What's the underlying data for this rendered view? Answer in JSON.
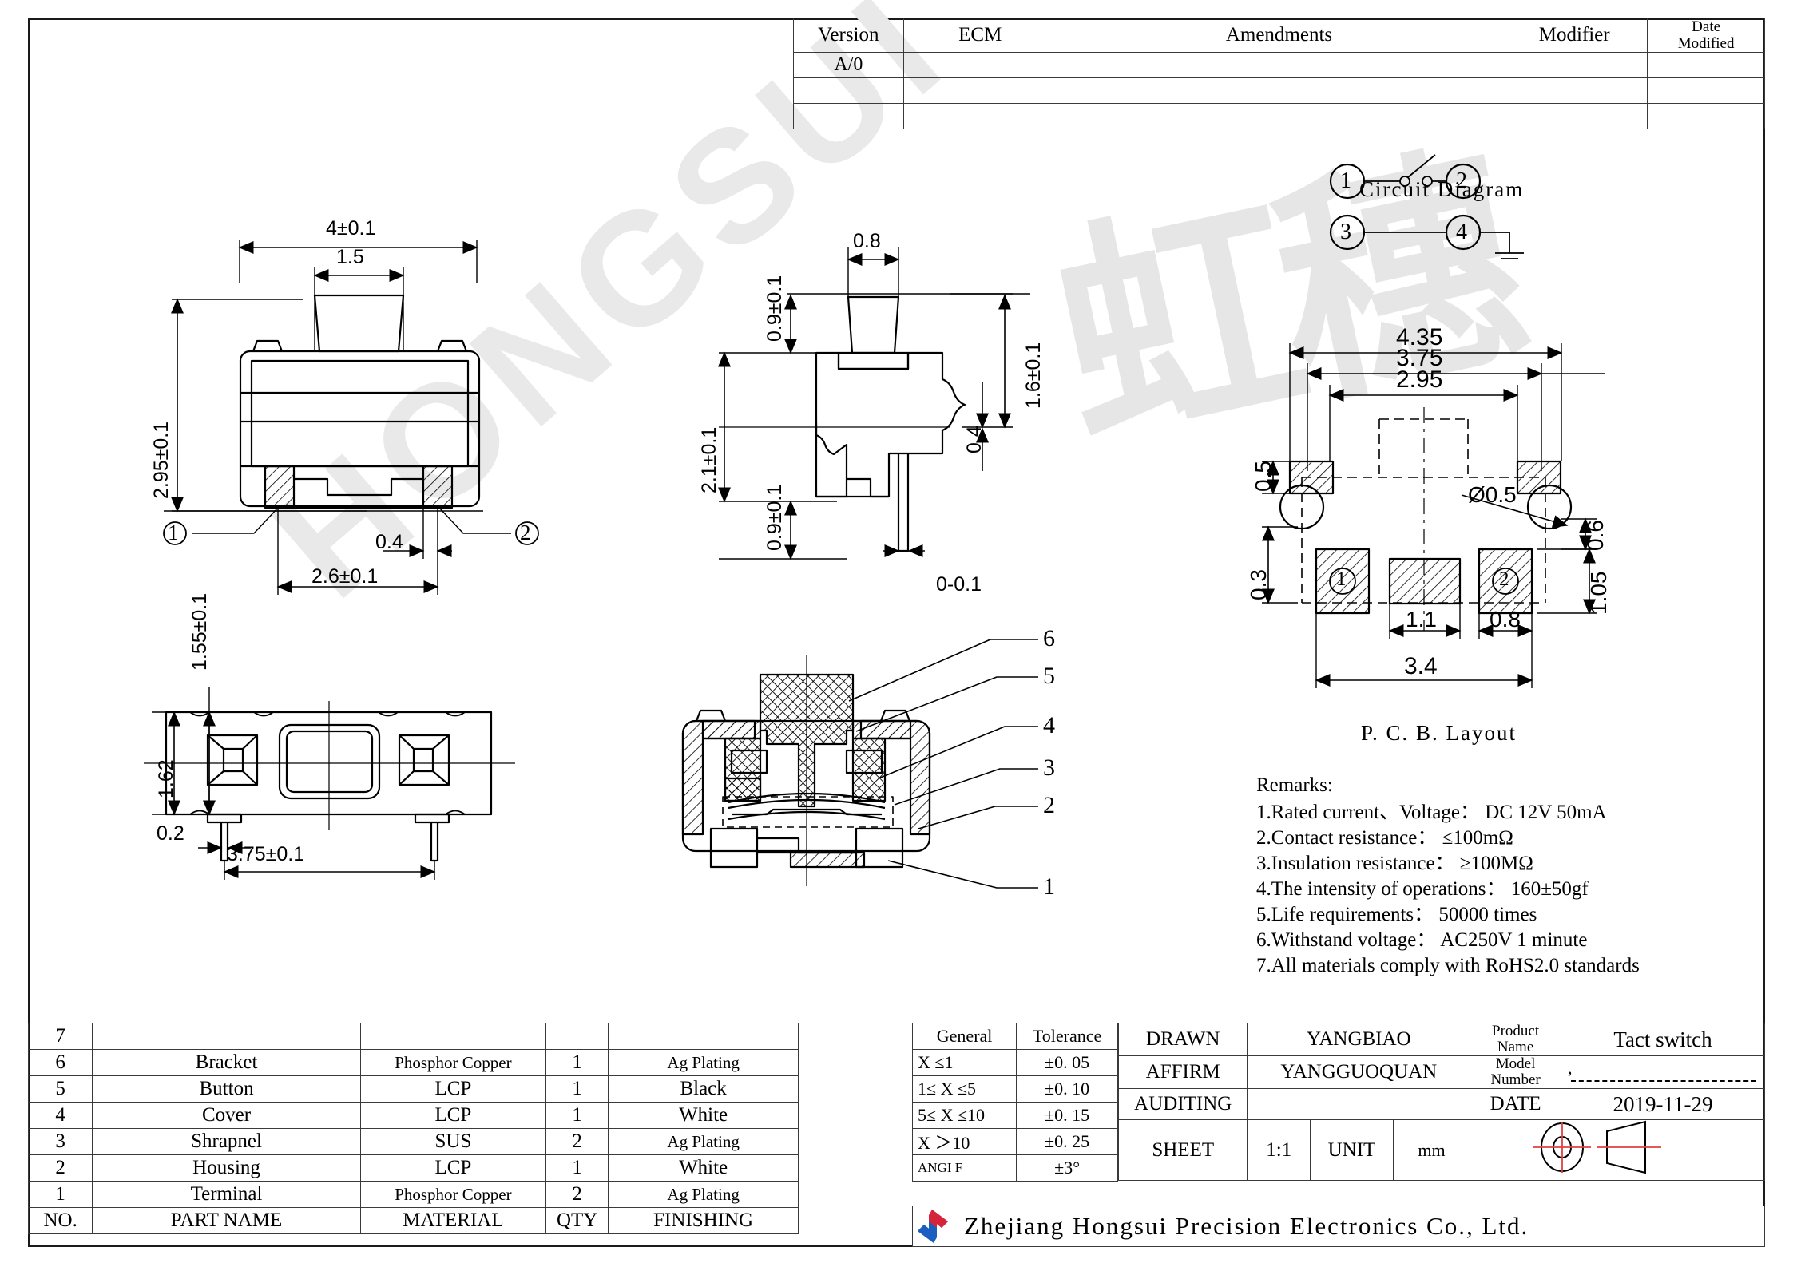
{
  "revision_table": {
    "headers": [
      "Version",
      "ECM",
      "Amendments",
      "Modifier",
      "Date Modified"
    ],
    "header_date_line1": "Date",
    "header_date_line2": "Modified",
    "rows": [
      [
        "A/0",
        "",
        "",
        "",
        ""
      ],
      [
        "",
        "",
        "",
        "",
        ""
      ],
      [
        "",
        "",
        "",
        "",
        ""
      ]
    ]
  },
  "circuit": {
    "caption": "Circuit Diagram",
    "terminals": [
      "1",
      "2",
      "3",
      "4"
    ]
  },
  "pcb": {
    "caption": "P. C. B. Layout",
    "dimensions": {
      "width_outer": "4.35",
      "width_mid": "3.75",
      "width_inner": "2.95",
      "pad_height_top": "0.5",
      "offset_0_3": "0.3",
      "hole_dia": "Ø0.5",
      "right_0_6": "0.6",
      "right_1_05": "1.05",
      "center_pad_w": "1.1",
      "side_pad_w": "0.8",
      "pad_span": "3.4"
    },
    "pad_labels": [
      "1",
      "2"
    ]
  },
  "front_view": {
    "dimensions": {
      "overall_width": "4±0.1",
      "button_width": "1.5",
      "overall_height": "2.95±0.1",
      "terminal_span": "2.6±0.1",
      "terminal_width": "0.4"
    },
    "terminal_labels": [
      "1",
      "2"
    ]
  },
  "side_view": {
    "dimensions": {
      "button_travel": "0.9±0.1",
      "button_width": "0.8",
      "body_height": "2.1±0.1",
      "body_to_base": "0.9±0.1",
      "bracket_h": "1.6±0.1",
      "bracket_offset": "0.4",
      "lead_protrusion": "0-0.1"
    }
  },
  "top_view": {
    "dimensions": {
      "vertical_1_55": "1.55±0.1",
      "vertical_1_62": "1.62",
      "notch_0_2": "0.2",
      "length_3_75": "3.75±0.1"
    }
  },
  "section_view": {
    "callouts": [
      "6",
      "5",
      "4",
      "3",
      "2",
      "1"
    ]
  },
  "remarks": {
    "title": "Remarks:",
    "items": [
      "1.Rated current、Voltage： DC 12V 50mA",
      "2.Contact resistance： ≤100mΩ",
      "3.Insulation resistance： ≥100MΩ",
      "4.The intensity of operations：   160±50gf",
      "5.Life requirements： 50000 times",
      "6.Withstand voltage： AC250V 1 minute",
      "7.All materials comply with RoHS2.0 standards"
    ]
  },
  "parts_table": {
    "headers": [
      "NO.",
      "PART NAME",
      "MATERIAL",
      "QTY",
      "FINISHING"
    ],
    "rows": [
      {
        "no": "7",
        "part_name": "",
        "material": "",
        "qty": "",
        "finishing": ""
      },
      {
        "no": "6",
        "part_name": "Bracket",
        "material": "Phosphor Copper",
        "qty": "1",
        "finishing": "Ag Plating"
      },
      {
        "no": "5",
        "part_name": "Button",
        "material": "LCP",
        "qty": "1",
        "finishing": "Black"
      },
      {
        "no": "4",
        "part_name": "Cover",
        "material": "LCP",
        "qty": "1",
        "finishing": "White"
      },
      {
        "no": "3",
        "part_name": "Shrapnel",
        "material": "SUS",
        "qty": "2",
        "finishing": "Ag Plating"
      },
      {
        "no": "2",
        "part_name": "Housing",
        "material": "LCP",
        "qty": "1",
        "finishing": "White"
      },
      {
        "no": "1",
        "part_name": "Terminal",
        "material": "Phosphor Copper",
        "qty": "2",
        "finishing": "Ag Plating"
      }
    ]
  },
  "tolerance_table": {
    "header_left": "General",
    "header_right": "Tolerance",
    "rows": [
      {
        "range": "X ≤1",
        "tol": "±0. 05"
      },
      {
        "range": "1≤ X ≤5",
        "tol": "±0. 10"
      },
      {
        "range": "5≤ X ≤10",
        "tol": "±0. 15"
      },
      {
        "range": "X ＞10",
        "tol": "±0. 25"
      },
      {
        "range": "ANGI F",
        "tol": "±3°"
      }
    ]
  },
  "title_block": {
    "drawn_label": "DRAWN",
    "drawn_value": "YANGBIAO",
    "affirm_label": "AFFIRM",
    "affirm_value": "YANGGUOQUAN",
    "auditing_label": "AUDITING",
    "auditing_value": "",
    "product_name_label_1": "Product",
    "product_name_label_2": "Name",
    "product_name_value": "Tact switch",
    "model_number_label_1": "Model",
    "model_number_label_2": "Number",
    "model_number_value": ",",
    "date_label": "DATE",
    "date_value": "2019-11-29",
    "sheet_label": "SHEET",
    "sheet_value": "1:1",
    "unit_label": "UNIT",
    "unit_value": "mm"
  },
  "company": {
    "name": "Zhejiang Hongsui Precision Electronics Co., Ltd.",
    "logo_color_red": "#d4253a",
    "logo_color_blue": "#1a5fbf"
  },
  "watermark": {
    "latin": "HONGSUI",
    "chinese": "虹穗"
  }
}
